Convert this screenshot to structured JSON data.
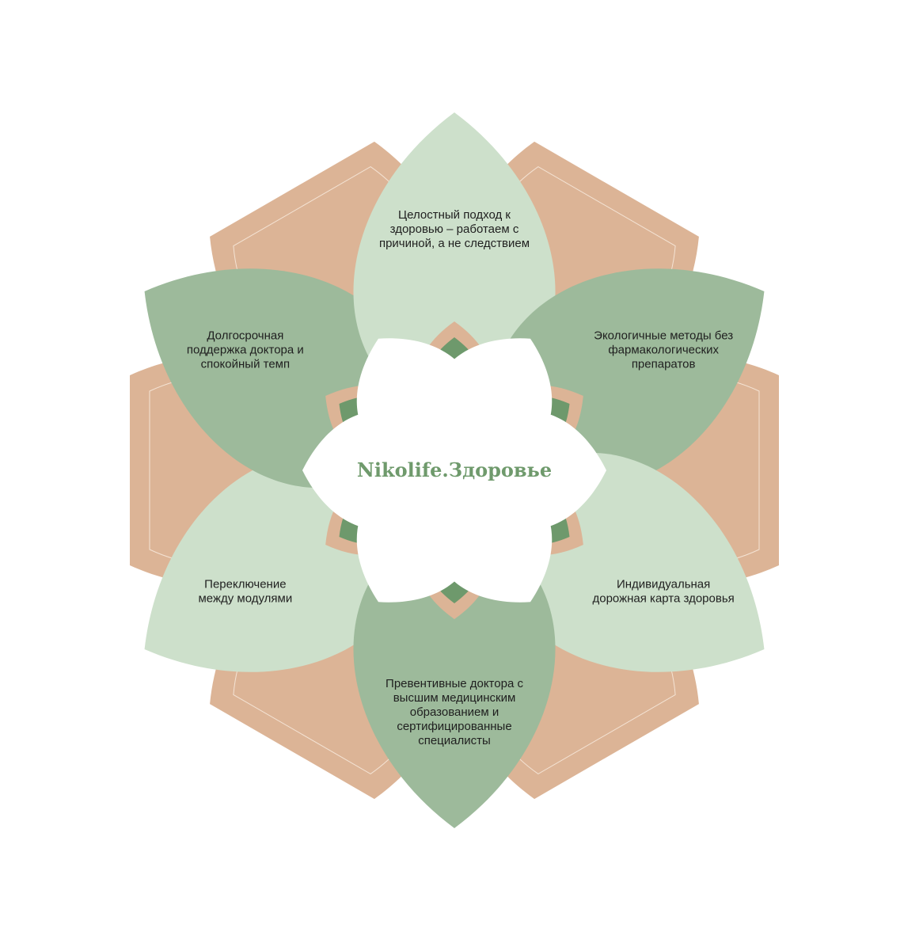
{
  "center": {
    "title": "Nikolife.Здоровье"
  },
  "colors": {
    "tan": "#dcb496",
    "tan_line": "#f4e3d4",
    "light_green": "#cde0cb",
    "mid_green": "#9dba9b",
    "dark_green": "#6e996c",
    "white": "#ffffff"
  },
  "petals": [
    {
      "id": "holistic",
      "shade": "light",
      "lines": [
        "Целостный подход к",
        "здоровью – работаем с",
        "причиной, а не следствием"
      ]
    },
    {
      "id": "eco",
      "shade": "mid",
      "lines": [
        "Экологичные методы без",
        "фармакологических",
        "препаратов"
      ]
    },
    {
      "id": "roadmap",
      "shade": "light",
      "lines": [
        "Индивидуальная",
        "дорожная карта здоровья"
      ]
    },
    {
      "id": "doctors",
      "shade": "mid",
      "lines": [
        "Превентивные доктора с",
        "высшим медицинским",
        "образованием и",
        "сертифицированные",
        "специалисты"
      ]
    },
    {
      "id": "modules",
      "shade": "light",
      "lines": [
        "Переключение",
        "между модулями"
      ]
    },
    {
      "id": "support",
      "shade": "mid",
      "lines": [
        "Долгосрочная",
        "поддержка доктора и",
        "спокойный темп"
      ]
    }
  ]
}
